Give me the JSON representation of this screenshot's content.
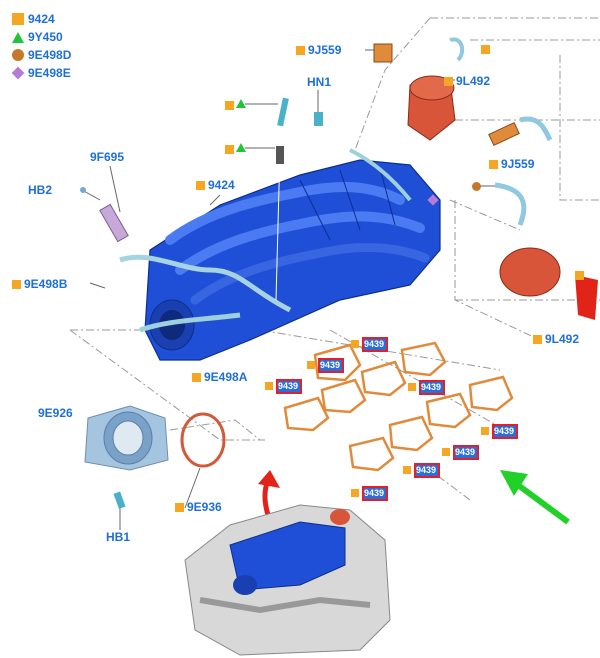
{
  "legend": [
    {
      "marker": "square",
      "color": "#f5a623",
      "label": "9424"
    },
    {
      "marker": "triangle",
      "color": "#22c43a",
      "label": "9Y450"
    },
    {
      "marker": "circle",
      "color": "#c5782a",
      "label": "9E498D"
    },
    {
      "marker": "diamond",
      "color": "#b57bd8",
      "label": "9E498E"
    }
  ],
  "labels": {
    "part_9j559_top": "9J559",
    "part_hn1": "HN1",
    "part_9l492_top": "9L492",
    "part_9f695": "9F695",
    "part_hb2": "HB2",
    "part_9424": "9424",
    "part_9j559_mid": "9J559",
    "part_9e498b": "9E498B",
    "part_9e498a": "9E498A",
    "part_9l492_bottom": "9L492",
    "part_9e926": "9E926",
    "part_9e936": "9E936",
    "part_hb1": "HB1"
  },
  "gasket_labels": [
    "9439",
    "9439",
    "9439",
    "9439",
    "9439",
    "9439",
    "9439",
    "9439"
  ],
  "colors": {
    "label_blue": "#1e6fd8",
    "manifold_blue": "#1f4fd6",
    "gasket_orange": "#e08a3c",
    "valve_red": "#d8553a",
    "arrow_green": "#22d02a",
    "arrow_red": "#e2231a"
  }
}
